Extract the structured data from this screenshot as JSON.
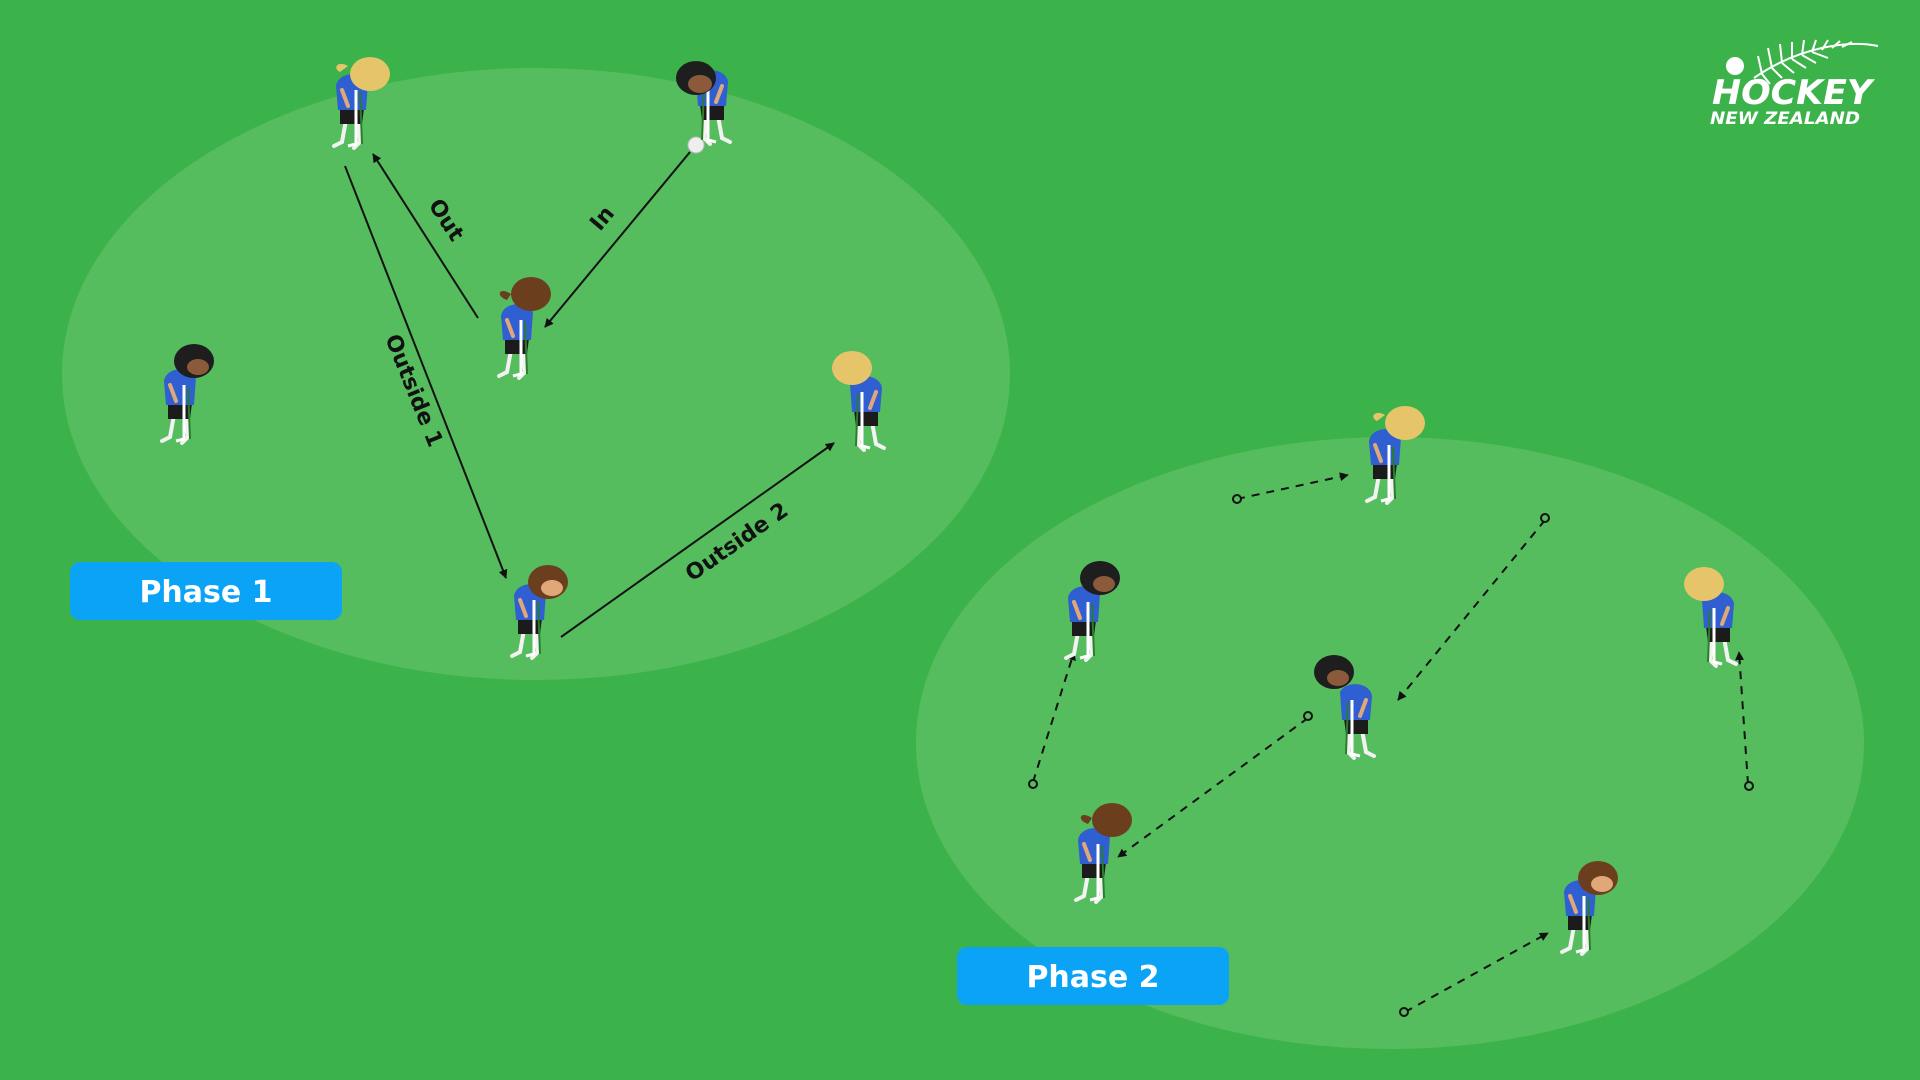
{
  "colors": {
    "field": "#3bb34a",
    "zone": "#55bd5e",
    "label_bg": "#0aa3f5",
    "jersey": "#2f5fd0",
    "arrow": "#111111"
  },
  "logo": {
    "word1": "HOCKEY",
    "word2": "NEW ZEALAND",
    "icon": "silver-fern-icon"
  },
  "phase1": {
    "label": "Phase 1",
    "passes": {
      "out": "Out",
      "in": "In",
      "outside1": "Outside 1",
      "outside2": "Outside 2"
    }
  },
  "phase2": {
    "label": "Phase 2"
  }
}
